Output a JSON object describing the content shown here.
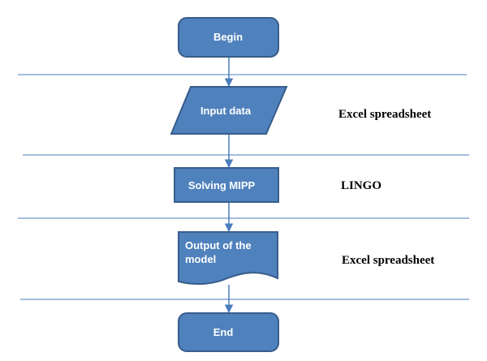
{
  "colors": {
    "shape_fill": "#4f81bd",
    "shape_stroke": "#385d8a",
    "separator": "#4a7ebb",
    "arrow": "#4a7ebb",
    "shape_text": "#ffffff",
    "side_text": "#000000"
  },
  "steps": {
    "begin": "Begin",
    "input": "Input data",
    "solve": "Solving MIPP",
    "output_line1": "Output of the",
    "output_line2": "model",
    "end": "End"
  },
  "tools": {
    "input": "Excel spreadsheet",
    "solve": "LINGO",
    "output": "Excel spreadsheet"
  }
}
